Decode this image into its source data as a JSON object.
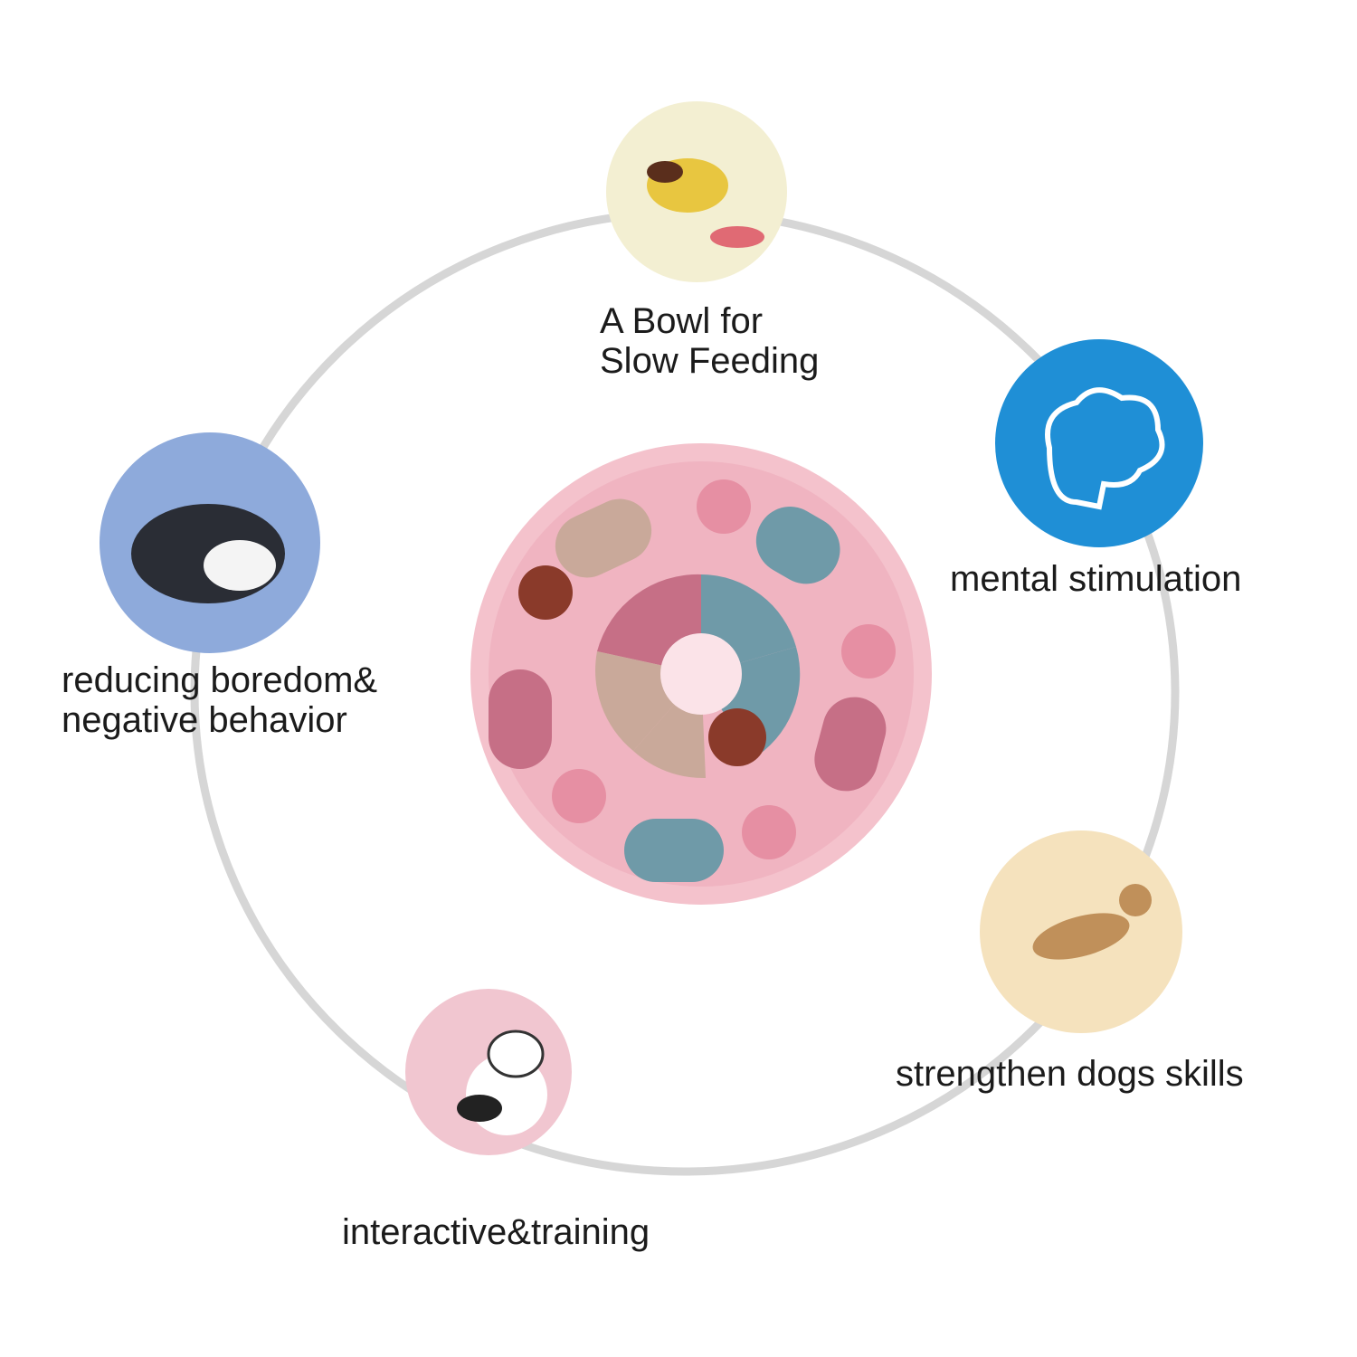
{
  "features": [
    {
      "id": "slow-feeding",
      "line1": "A Bowl for",
      "line2": "Slow Feeding",
      "icon": "dog-eating-bowl-icon",
      "color": "#f3efd2"
    },
    {
      "id": "mental",
      "line1": "mental stimulation",
      "icon": "brain-icon",
      "color": "#1f8fd6"
    },
    {
      "id": "boredom",
      "line1": "reducing boredom&",
      "line2": "negative behavior",
      "icon": "sleeping-husky-icon",
      "color": "#8eaadb"
    },
    {
      "id": "skills",
      "line1": "strengthen dogs skills",
      "icon": "jumping-dog-icon",
      "color": "#f5e2bd"
    },
    {
      "id": "training",
      "line1": "interactive&training",
      "icon": "french-bulldog-icon",
      "color": "#f1c6d0"
    }
  ],
  "colors": {
    "ring": "#d6d6d6",
    "bowl": "#f3c0cb",
    "blue": "#6f9aa8",
    "tan": "#c9a99a",
    "rose": "#c66f86"
  }
}
